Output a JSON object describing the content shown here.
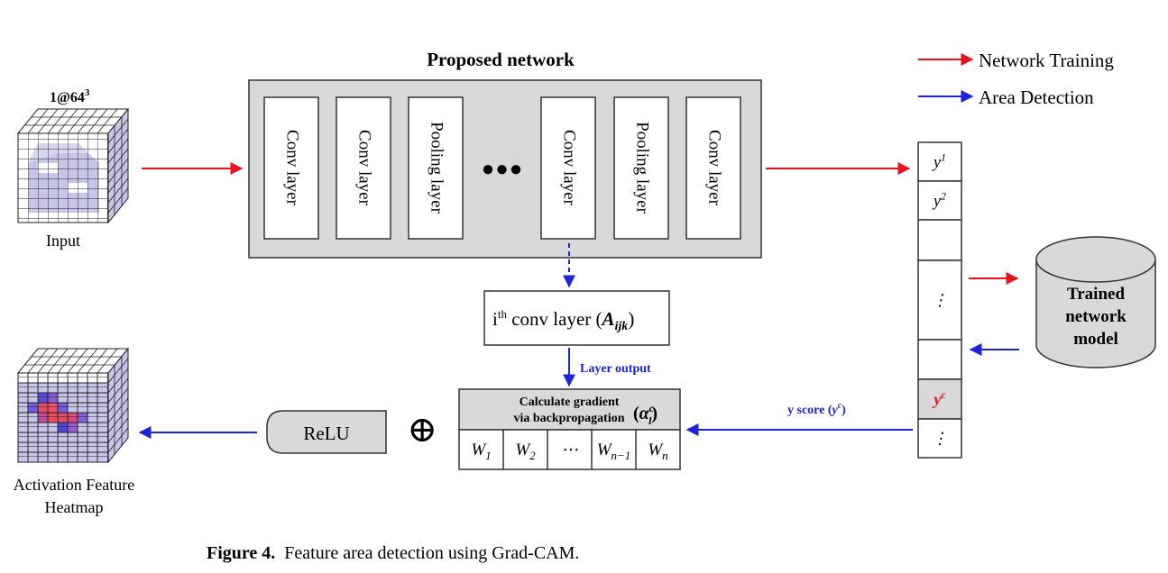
{
  "network": {
    "title": "Proposed network",
    "layers": [
      "Conv layer",
      "Conv layer",
      "Pooling layer",
      "Conv layer",
      "Pooling layer",
      "Conv layer"
    ]
  },
  "legend": {
    "training": {
      "label": "Network Training",
      "color": "#e8141c"
    },
    "detection": {
      "label": "Area Detection",
      "color": "#1d23d6"
    }
  },
  "input": {
    "shape_label_base": "1@64",
    "shape_label_exp": "3",
    "label": "Input"
  },
  "heatmap": {
    "label_line1": "Activation Feature",
    "label_line2": "Heatmap"
  },
  "ith_conv": {
    "prefix": "i",
    "sup": "th",
    "text": " conv layer (",
    "symbol": "A",
    "symbol_sub": "ijk",
    "close": ")"
  },
  "layer_output_label": "Layer output",
  "gradient": {
    "line1": "Calculate gradient",
    "line2": "via backpropagation",
    "symbol": "α",
    "symbol_sup": "c",
    "symbol_sub": "l",
    "weights": [
      {
        "base": "W",
        "sub": "1"
      },
      {
        "base": "W",
        "sub": "2"
      },
      {
        "base": "⋯",
        "sub": ""
      },
      {
        "base": "W",
        "sub": "n−1"
      },
      {
        "base": "W",
        "sub": "n"
      }
    ]
  },
  "relu_label": "ReLU",
  "plus_symbol": "⊕",
  "y_score_label": "y score (",
  "y_score_symbol": "y",
  "y_score_sup": "c",
  "y_score_close": ")",
  "outputs": [
    {
      "base": "y",
      "sup": "1"
    },
    {
      "base": "y",
      "sup": "2"
    },
    {
      "base": "",
      "sup": ""
    },
    {
      "base": "⋮",
      "sup": ""
    },
    {
      "base": "",
      "sup": ""
    },
    {
      "base": "y",
      "sup": "c"
    },
    {
      "base": "⋮",
      "sup": ""
    }
  ],
  "trained_model": {
    "line1": "Trained",
    "line2": "network",
    "line3": "model"
  },
  "ellipsis_dots": "●●●",
  "caption": {
    "label": "Figure 4.",
    "text": "Feature area detection using Grad-CAM."
  }
}
